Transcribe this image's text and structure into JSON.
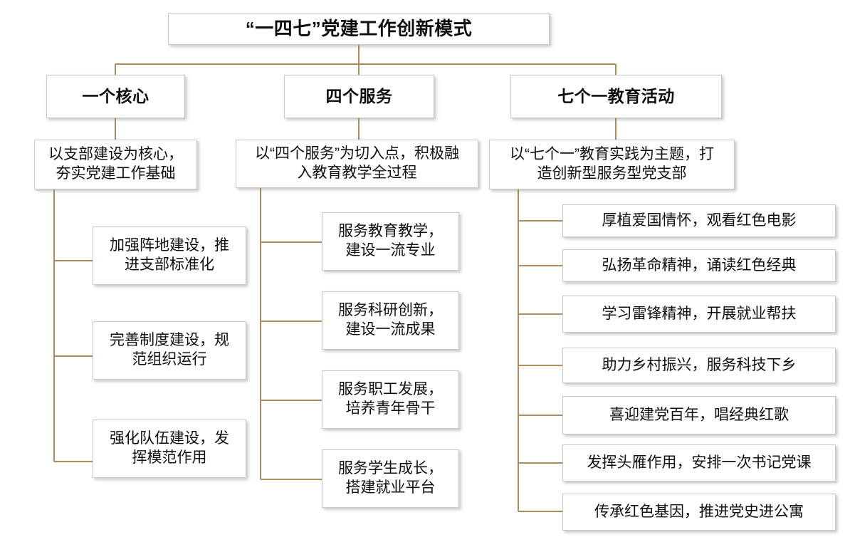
{
  "theme": {
    "background": "#ffffff",
    "box_fill": "#ffffff",
    "box_border": "#c9c9c9",
    "connector_color": "#b18a5e",
    "text_color": "#0f0f0f"
  },
  "diagram": {
    "type": "org-tree",
    "title": "“一四七”党建工作创新模式",
    "branches": [
      {
        "id": "branch-one-core",
        "heading": "一个核心",
        "summary": "以支部建设为核心，\n夯实党建工作基础",
        "items": [
          "加强阵地建设，推\n进支部标准化",
          "完善制度建设，规\n范组织运行",
          "强化队伍建设，发\n挥模范作用"
        ]
      },
      {
        "id": "branch-four-services",
        "heading": "四个服务",
        "summary": "以“四个服务”为切入点，积极融\n入教育教学全过程",
        "items": [
          "服务教育教学，\n建设一流专业",
          "服务科研创新，\n建设一流成果",
          "服务职工发展，\n培养青年骨干",
          "服务学生成长，\n搭建就业平台"
        ]
      },
      {
        "id": "branch-seven-ones",
        "heading": "七个一教育活动",
        "summary": "以“七个一”教育实践为主题，打\n造创新型服务型党支部",
        "items": [
          "厚植爱国情怀，观看红色电影",
          "弘扬革命精神，诵读红色经典",
          "学习雷锋精神，开展就业帮扶",
          "助力乡村振兴，服务科技下乡",
          "喜迎建党百年，唱经典红歌",
          "发挥头雁作用，安排一次书记党课",
          "传承红色基因，推进党史进公寓"
        ]
      }
    ]
  }
}
